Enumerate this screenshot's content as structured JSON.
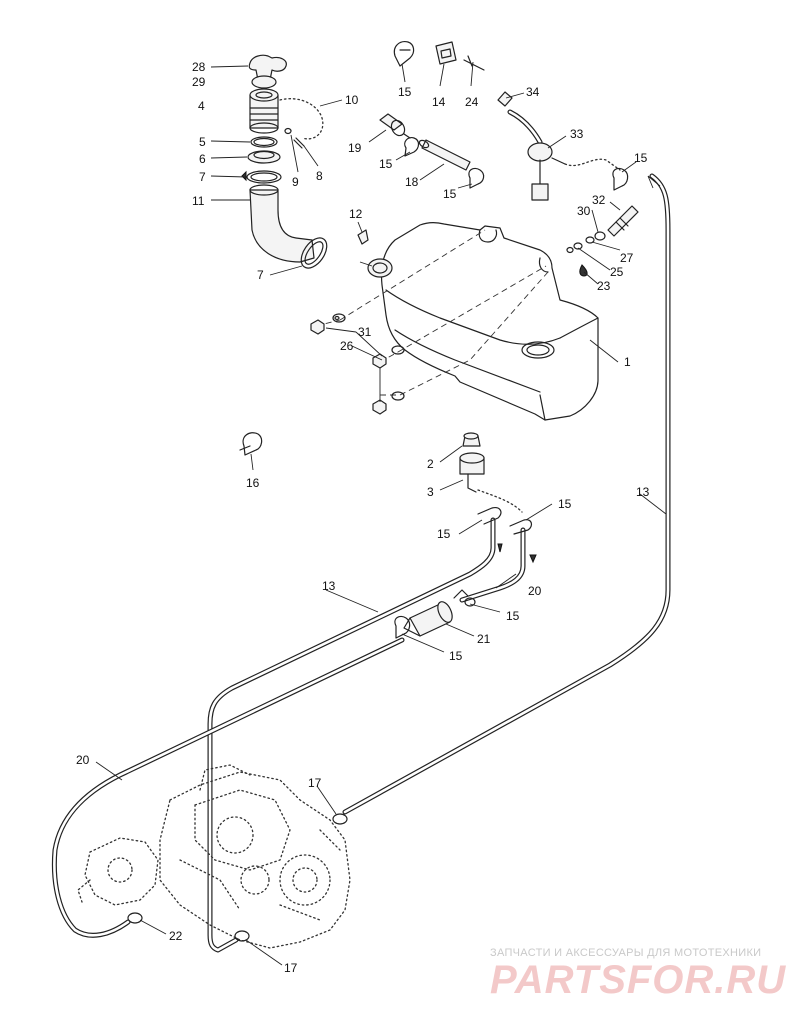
{
  "callouts": {
    "c28": "28",
    "c29": "29",
    "c4": "4",
    "c10": "10",
    "c5": "5",
    "c6": "6",
    "c7a": "7",
    "c9": "9",
    "c8": "8",
    "c11": "11",
    "c7b": "7",
    "c15a": "15",
    "c14": "14",
    "c24": "24",
    "c34": "34",
    "c19": "19",
    "c33": "33",
    "c15b": "15",
    "c18": "18",
    "c15c": "15",
    "c15d": "15",
    "c32": "32",
    "c30": "30",
    "c12": "12",
    "c27": "27",
    "c25": "25",
    "c23": "23",
    "c31": "31",
    "c26": "26",
    "c1": "1",
    "c16": "16",
    "c2": "2",
    "c3": "3",
    "c13a": "13",
    "c15e": "15",
    "c15f": "15",
    "c20a": "20",
    "c13b": "13",
    "c15g": "15",
    "c21": "21",
    "c15h": "15",
    "c20b": "20",
    "c17a": "17",
    "c22": "22",
    "c17b": "17"
  },
  "watermark": {
    "caption": "ЗАПЧАСТИ И АКСЕССУАРЫ ДЛЯ МОТОТЕХНИКИ",
    "logo": "PARTSFOR.RU"
  }
}
